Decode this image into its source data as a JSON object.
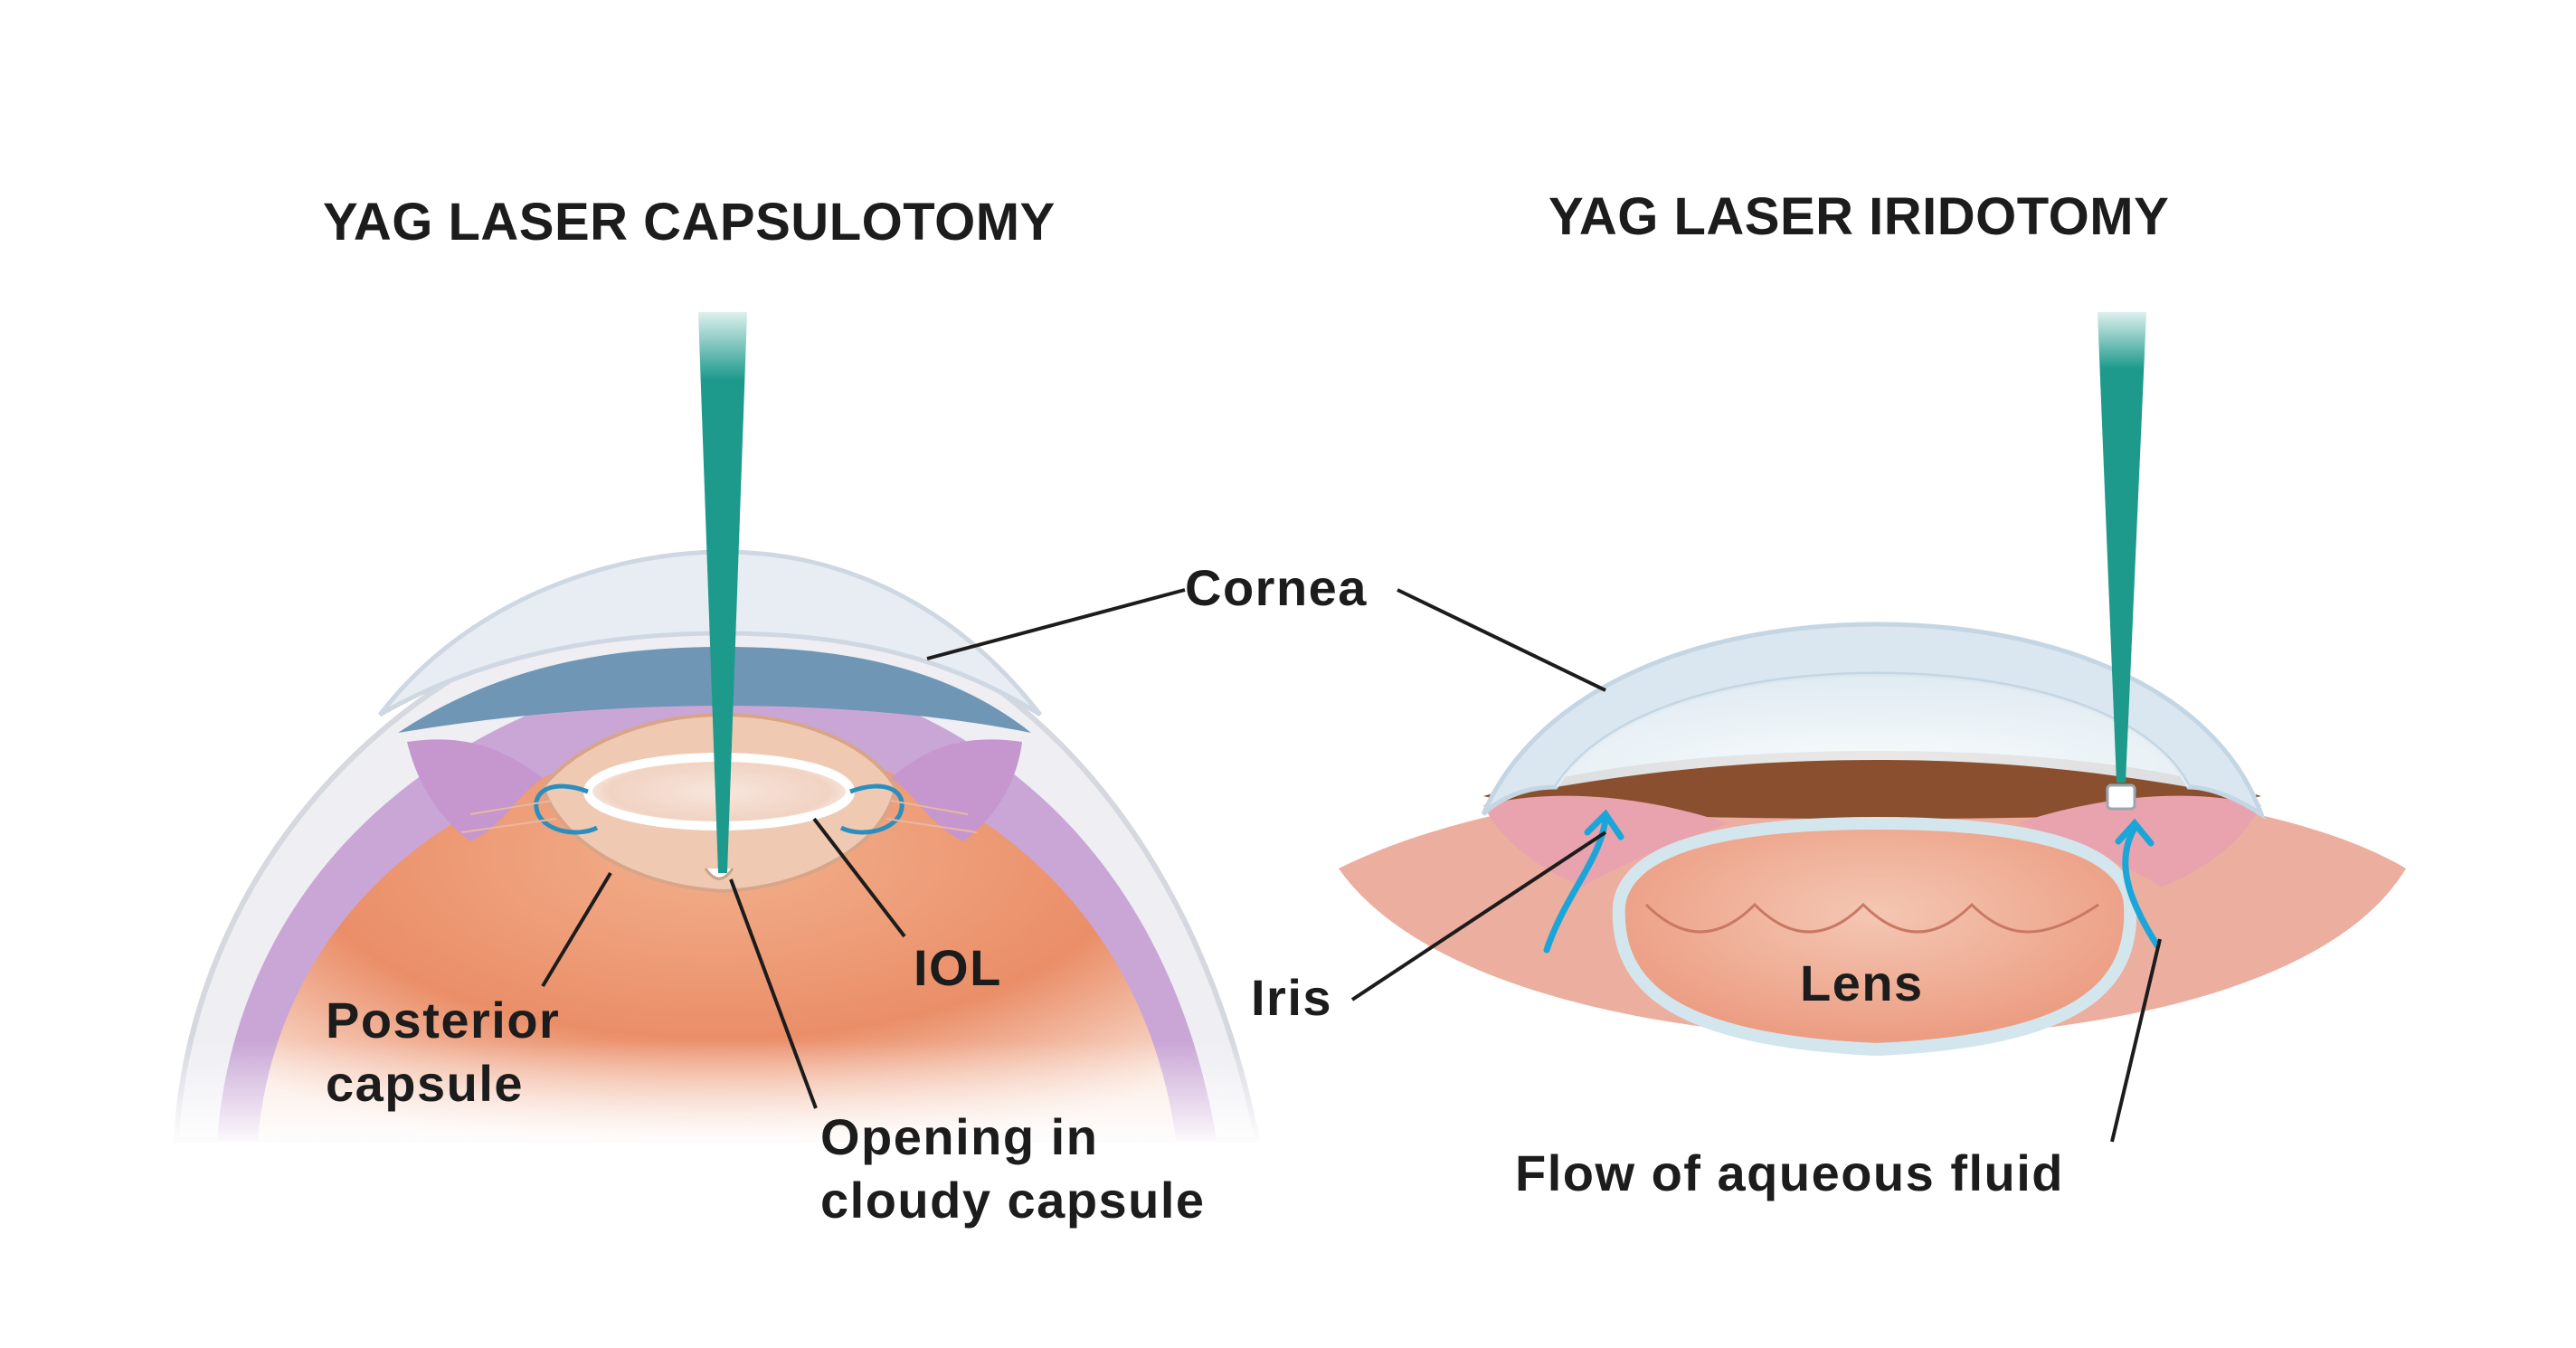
{
  "titles": {
    "left": "YAG LASER CAPSULOTOMY",
    "right": "YAG LASER IRIDOTOMY"
  },
  "labels": {
    "cornea": "Cornea",
    "iol": "IOL",
    "posterior_capsule": [
      "Posterior",
      "capsule"
    ],
    "opening": [
      "Opening in",
      "cloudy capsule"
    ],
    "iris": "Iris",
    "lens": "Lens",
    "flow": "Flow of aqueous fluid"
  },
  "colors": {
    "laser": "#1e9a8c",
    "cornea": "#dfe7ef",
    "iris_blue": "#6b93b3",
    "vitreous": "#e98f6c",
    "sclera_purple": "#c7a3d3",
    "iris_brown": "#8a4f2e",
    "flow_arrow": "#1aa6d8",
    "leader_line": "#1c1c1c"
  }
}
